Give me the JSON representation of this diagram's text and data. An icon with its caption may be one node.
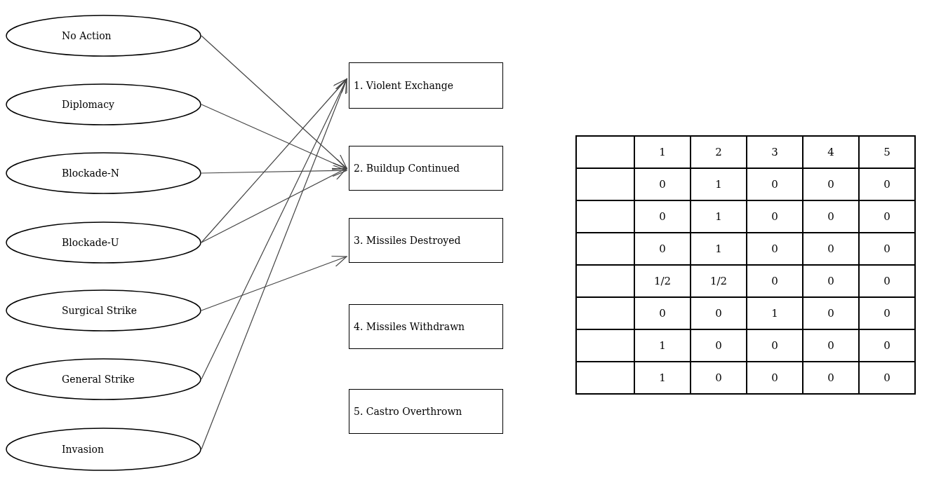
{
  "diagram": {
    "nodes": [
      {
        "text": [
          "No Action"
        ]
      },
      {
        "text": [
          "Diplomacy"
        ]
      },
      {
        "text": [
          "Blockade-N"
        ]
      },
      {
        "text": [
          "Blockade-U"
        ]
      },
      {
        "text": [
          "Surgical Strike"
        ]
      },
      {
        "text": [
          "General Strike"
        ]
      },
      {
        "text": [
          "Invasion"
        ]
      },
      {
        "text": [
          "1. Violent Exchange"
        ]
      },
      {
        "text": [
          "2. Buildup Continued"
        ]
      },
      {
        "text": [
          "3. Missiles Destroyed"
        ]
      },
      {
        "text": [
          "4. Missiles Withdrawn"
        ]
      },
      {
        "text": [
          "5. Castro Overthrown"
        ]
      }
    ],
    "edges": [
      {
        "from": 0,
        "to": 8,
        "arrow": "to"
      },
      {
        "from": 1,
        "to": 8,
        "arrow": "to"
      },
      {
        "from": 2,
        "to": 8,
        "arrow": "to"
      },
      {
        "from": 3,
        "to": 7,
        "arrow": "to"
      },
      {
        "from": 3,
        "to": 8,
        "arrow": "to"
      },
      {
        "from": 4,
        "to": 9,
        "arrow": "to"
      },
      {
        "from": 5,
        "to": 7,
        "arrow": "to"
      },
      {
        "from": 6,
        "to": 7,
        "arrow": "to"
      }
    ],
    "labels": [
      "1",
      "2",
      "3",
      "4",
      "5",
      "0",
      "1",
      "0",
      "0",
      "0",
      "0",
      "1",
      "0",
      "0",
      "0",
      "0",
      "1",
      "0",
      "0",
      "0",
      "1/2",
      "1/2",
      "0",
      "0",
      "0",
      "0",
      "0",
      "1",
      "0",
      "0",
      "1",
      "0",
      "0",
      "0",
      "0",
      "1",
      "0",
      "0",
      "0",
      "0"
    ]
  }
}
